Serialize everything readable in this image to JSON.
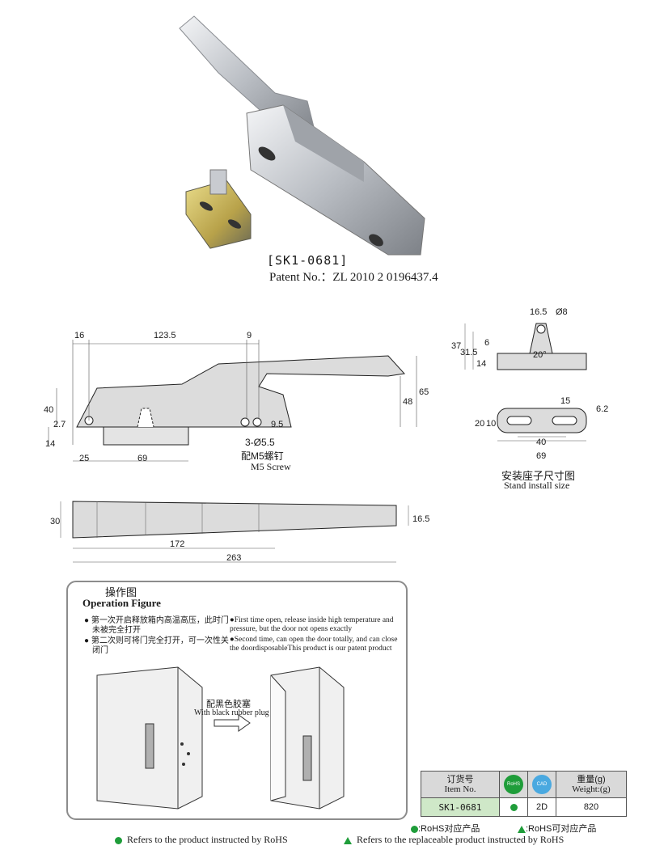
{
  "product": {
    "model_label": "[SK1-0681]",
    "patent_label": "Patent No.：ZL 2010 2 0196437.4"
  },
  "side_view": {
    "dims": [
      "16",
      "123.5",
      "9",
      "40",
      "2.7",
      "14",
      "48",
      "65",
      "9.5",
      "25",
      "69"
    ],
    "hole_callout": "3-Ø5.5",
    "screw_cn": "配M5螺钉",
    "screw_en": "M5 Screw"
  },
  "top_view": {
    "dims": [
      "30",
      "16.5",
      "172",
      "263"
    ]
  },
  "stand": {
    "dims": [
      "16.5",
      "Ø8",
      "37",
      "31.5",
      "6",
      "14",
      "20°",
      "15",
      "6.2",
      "20",
      "10",
      "40",
      "69"
    ],
    "title_cn": "安装座子尺寸图",
    "title_en": "Stand install size"
  },
  "operation": {
    "title_cn": "操作图",
    "title_en": "Operation Figure",
    "step1_cn": "第一次开启释放箱内高温高压，此时门未被完全打开",
    "step2_cn": "第二次则可将门完全打开，可一次性关闭门",
    "step1_en": "First time open, release inside high temperature and pressure, but the door not opens exactly",
    "step2_en": "Second time, can open the door totally, and can close the doordisposableThis product is our patent product",
    "plug_cn": "配黑色胶塞",
    "plug_en": "With black rubber plug"
  },
  "order_table": {
    "h_item_cn": "订货号",
    "h_item_en": "Item No.",
    "rohs_badge": "RoHS",
    "cad_badge": "CAD",
    "h_weight_cn": "重量(g)",
    "h_weight_en": "Weight:(g)",
    "row_item": "SK1-0681",
    "row_cad": "2D",
    "row_weight": "820"
  },
  "legend": {
    "rohs_cn": ":RoHS对应产品",
    "rohs_opt_cn": ":RoHS可对应产品",
    "rohs_en": "Refers to the product instructed by RoHS",
    "rohs_opt_en": "Refers to the replaceable product instructed by RoHS"
  },
  "colors": {
    "rohs_green": "#1f9d3a",
    "frame_gray": "#8c8c8c",
    "metal": "#c9ccd1"
  }
}
